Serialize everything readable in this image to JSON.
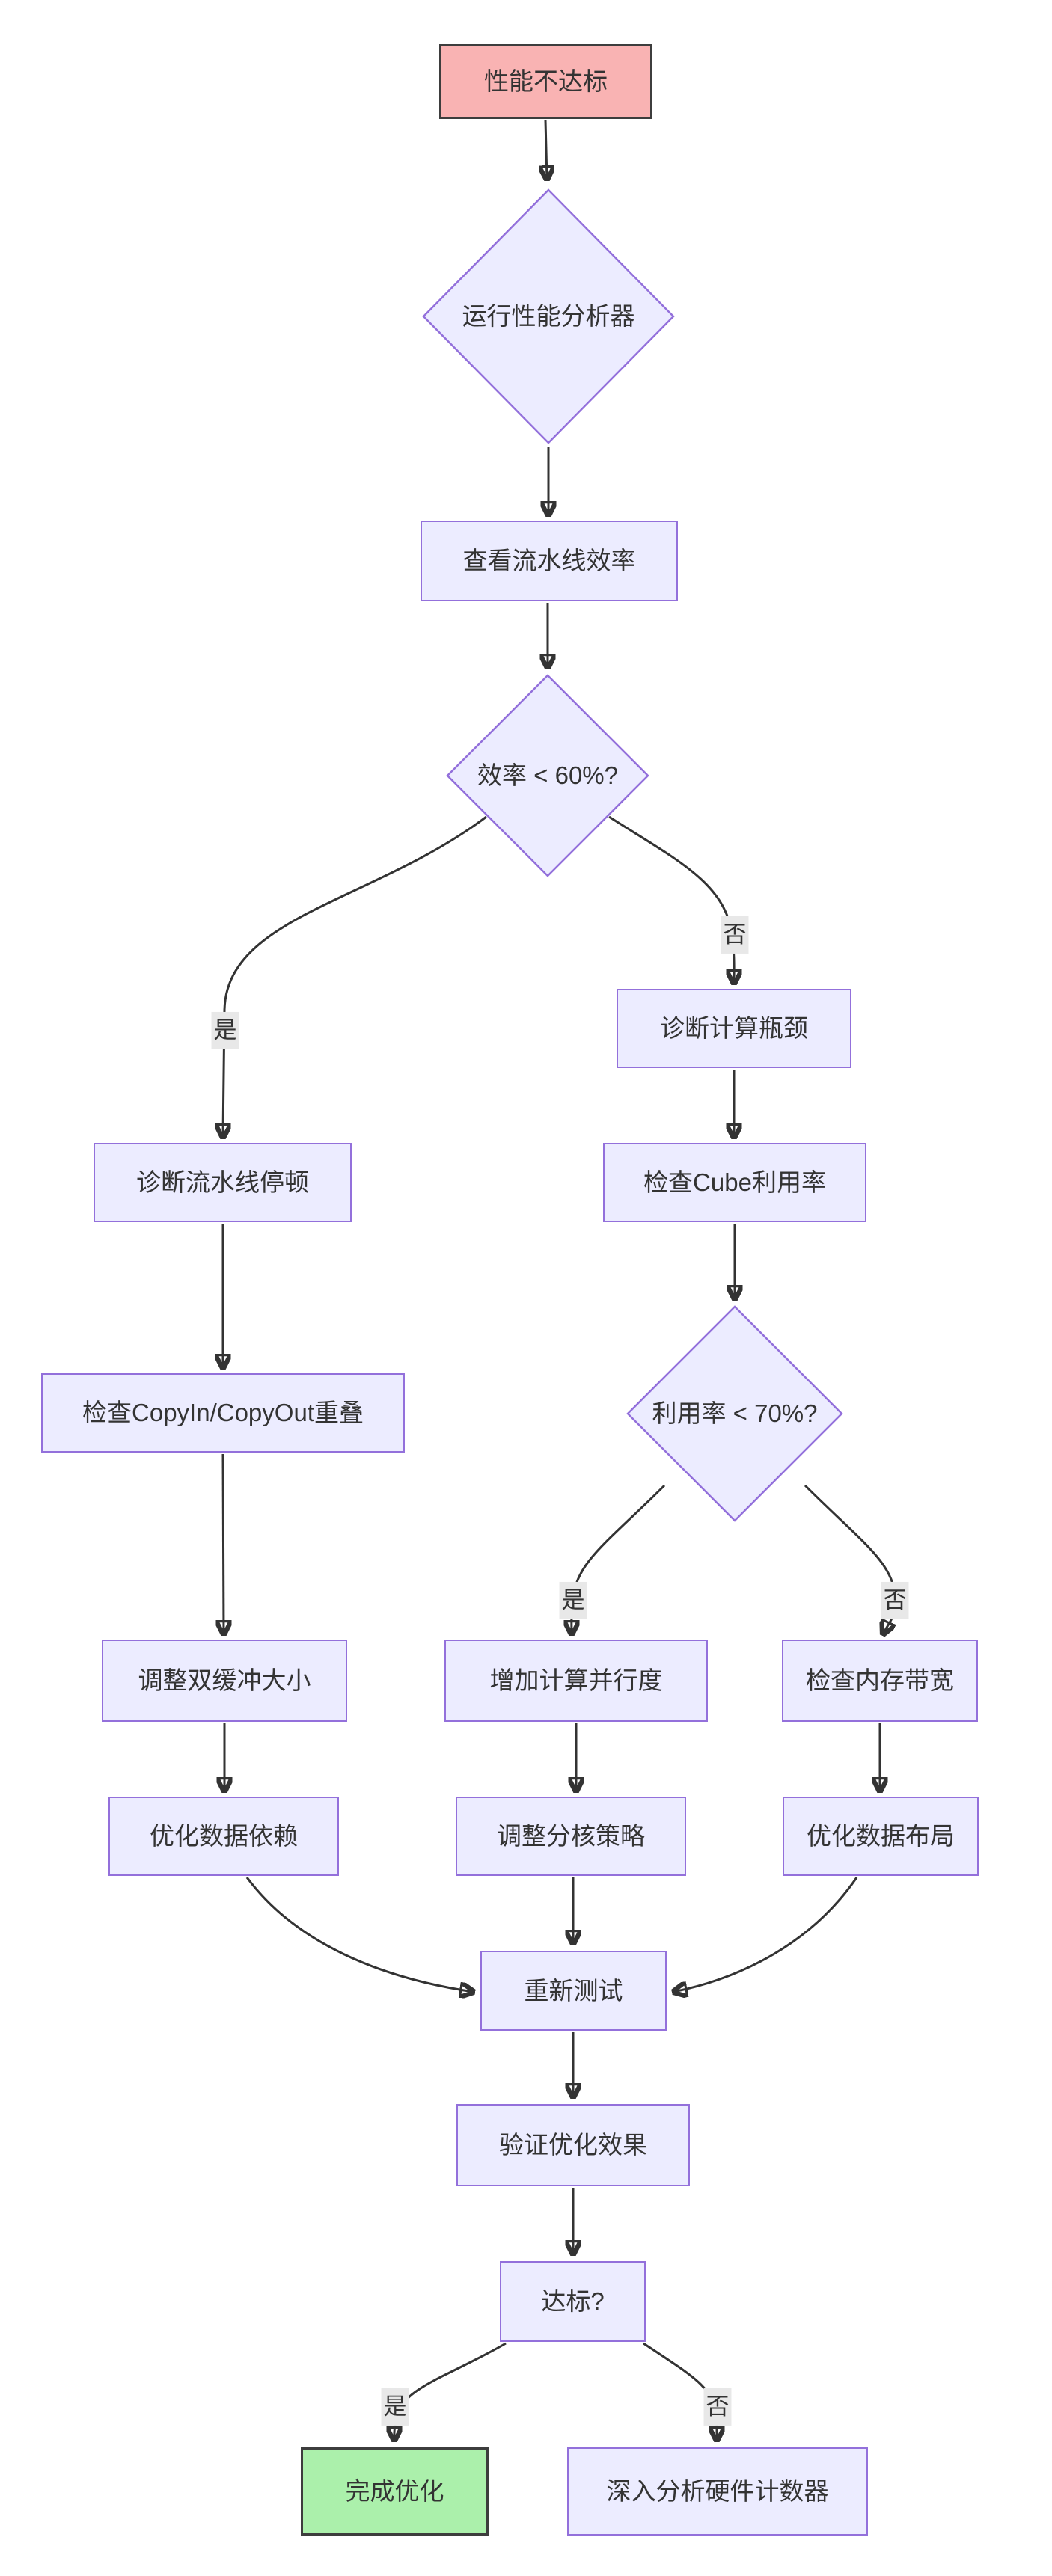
{
  "diagram_type": "flowchart",
  "nodes": {
    "start": "性能不达标",
    "run_profiler": "运行性能分析器",
    "view_pipeline": "查看流水线效率",
    "efficiency_check": "效率 < 60%?",
    "diagnose_stall": "诊断流水线停顿",
    "diagnose_compute": "诊断计算瓶颈",
    "check_overlap": "检查CopyIn/CopyOut重叠",
    "check_cube": "检查Cube利用率",
    "utilization_check": "利用率 < 70%?",
    "adjust_double_buffer": "调整双缓冲大小",
    "increase_parallelism": "增加计算并行度",
    "check_memory_bandwidth": "检查内存带宽",
    "optimize_data_dependency": "优化数据依赖",
    "adjust_tiling": "调整分核策略",
    "optimize_data_layout": "优化数据布局",
    "retest": "重新测试",
    "verify_optimization": "验证优化效果",
    "pass_check": "达标?",
    "done": "完成优化",
    "deep_analysis": "深入分析硬件计数器"
  },
  "edge_labels": {
    "efficiency_yes": "是",
    "efficiency_no": "否",
    "utilization_yes": "是",
    "utilization_no": "否",
    "pass_yes": "是",
    "pass_no": "否"
  },
  "colors": {
    "node_fill": "#ECECFF",
    "node_border": "#9370DB",
    "start_fill": "#f9b3b3",
    "start_border": "#3d3d3d",
    "done_fill": "#abf0ab",
    "done_border": "#3d3d3d",
    "edge": "#333333",
    "edge_label_bg": "#e8e8e8",
    "text": "#333333"
  }
}
